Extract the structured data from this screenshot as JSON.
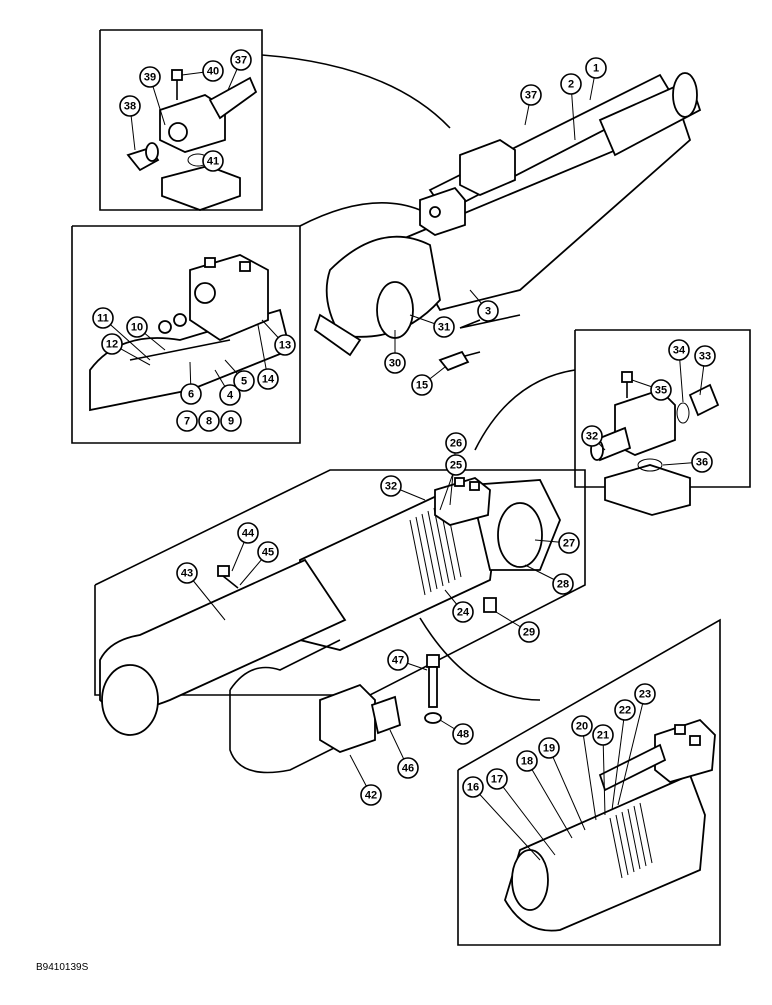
{
  "figure_ref": "B9410139S",
  "callouts": [
    {
      "n": "1"
    },
    {
      "n": "2"
    },
    {
      "n": "3"
    },
    {
      "n": "4"
    },
    {
      "n": "5"
    },
    {
      "n": "6"
    },
    {
      "n": "7"
    },
    {
      "n": "8"
    },
    {
      "n": "9"
    },
    {
      "n": "10"
    },
    {
      "n": "11"
    },
    {
      "n": "12"
    },
    {
      "n": "13"
    },
    {
      "n": "14"
    },
    {
      "n": "15"
    },
    {
      "n": "16"
    },
    {
      "n": "17"
    },
    {
      "n": "18"
    },
    {
      "n": "19"
    },
    {
      "n": "20"
    },
    {
      "n": "21"
    },
    {
      "n": "22"
    },
    {
      "n": "23"
    },
    {
      "n": "24"
    },
    {
      "n": "25"
    },
    {
      "n": "26"
    },
    {
      "n": "27"
    },
    {
      "n": "28"
    },
    {
      "n": "29"
    },
    {
      "n": "30"
    },
    {
      "n": "31"
    },
    {
      "n": "32"
    },
    {
      "n": "32"
    },
    {
      "n": "33"
    },
    {
      "n": "34"
    },
    {
      "n": "35"
    },
    {
      "n": "36"
    },
    {
      "n": "37"
    },
    {
      "n": "37"
    },
    {
      "n": "38"
    },
    {
      "n": "39"
    },
    {
      "n": "40"
    },
    {
      "n": "41"
    },
    {
      "n": "42"
    },
    {
      "n": "43"
    },
    {
      "n": "44"
    },
    {
      "n": "45"
    },
    {
      "n": "46"
    },
    {
      "n": "47"
    },
    {
      "n": "48"
    }
  ]
}
